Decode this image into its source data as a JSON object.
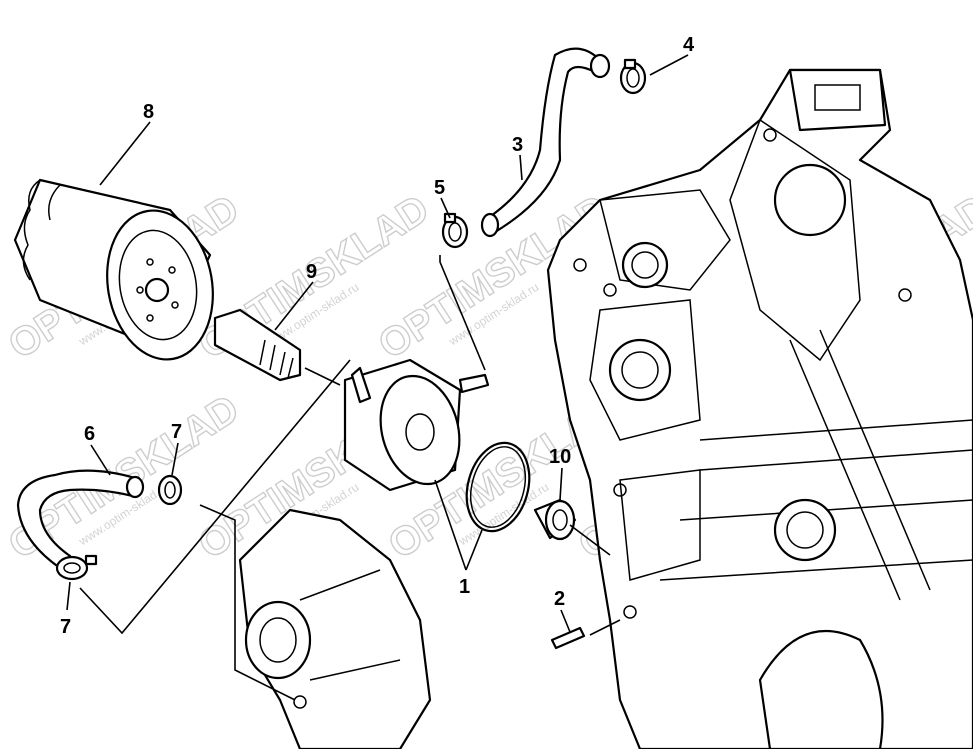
{
  "diagram": {
    "callouts": {
      "c1": "1",
      "c2": "2",
      "c3": "3",
      "c4": "4",
      "c5": "5",
      "c6": "6",
      "c7a": "7",
      "c7b": "7",
      "c8": "8",
      "c9": "9",
      "c10": "10"
    },
    "watermark": {
      "brand": "OPTIMSKLAD",
      "url": "www.optim-sklad.ru"
    }
  }
}
